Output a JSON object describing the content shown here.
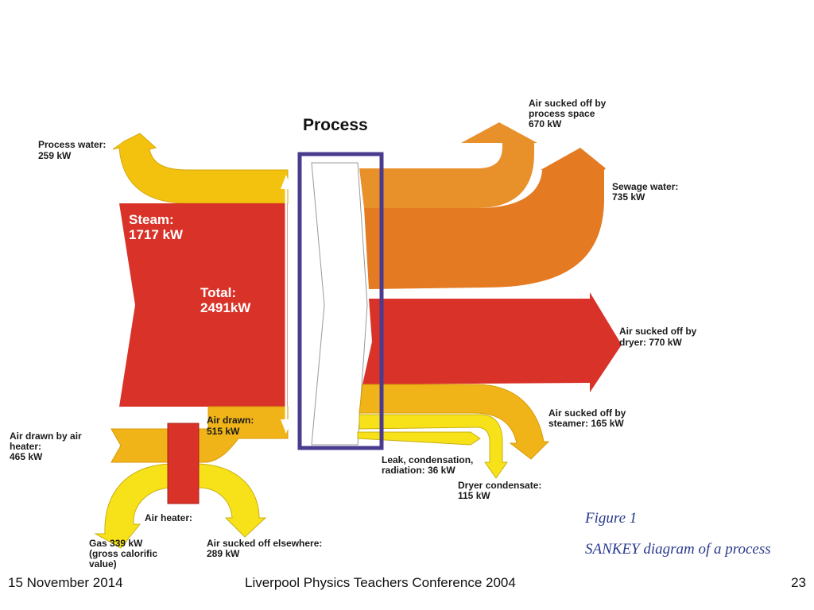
{
  "title": "Process",
  "labels": {
    "process_water": [
      "Process water:",
      "259 kW"
    ],
    "steam": [
      "Steam:",
      "1717 kW"
    ],
    "total": [
      "Total:",
      "2491kW"
    ],
    "air_drawn": [
      "Air drawn:",
      "515 kW"
    ],
    "air_heater_in": [
      "Air drawn by air",
      "heater:",
      "465 kW"
    ],
    "air_heater": "Air heater:",
    "gas": [
      "Gas 339 kW",
      "(gross calorific",
      "value)"
    ],
    "air_elsewhere": [
      "Air sucked off elsewhere:",
      "289 kW"
    ],
    "process_space": [
      "Air sucked off by",
      "process space",
      "670 kW"
    ],
    "sewage": [
      "Sewage water:",
      "735 kW"
    ],
    "dryer": [
      "Air sucked off by",
      "dryer: 770 kW"
    ],
    "steamer": [
      "Air sucked off by",
      "steamer: 165 kW"
    ],
    "leak": [
      "Leak, condensation,",
      "radiation: 36 kW"
    ],
    "condensate": [
      "Dryer condensate:",
      "115 kW"
    ]
  },
  "caption": {
    "figure": "Figure 1",
    "subtitle": "SANKEY diagram of a process"
  },
  "footer": {
    "date": "15 November 2014",
    "conference": "Liverpool Physics Teachers Conference 2004",
    "page": "23"
  },
  "colors": {
    "steam": "#d93228",
    "yellow": "#f2c20f",
    "amber": "#f0b418",
    "orange_light": "#e8902a",
    "orange": "#e47a22",
    "red_out": "#d93228",
    "process_box": "#4b3b8f",
    "caption": "#2a3a8c"
  }
}
